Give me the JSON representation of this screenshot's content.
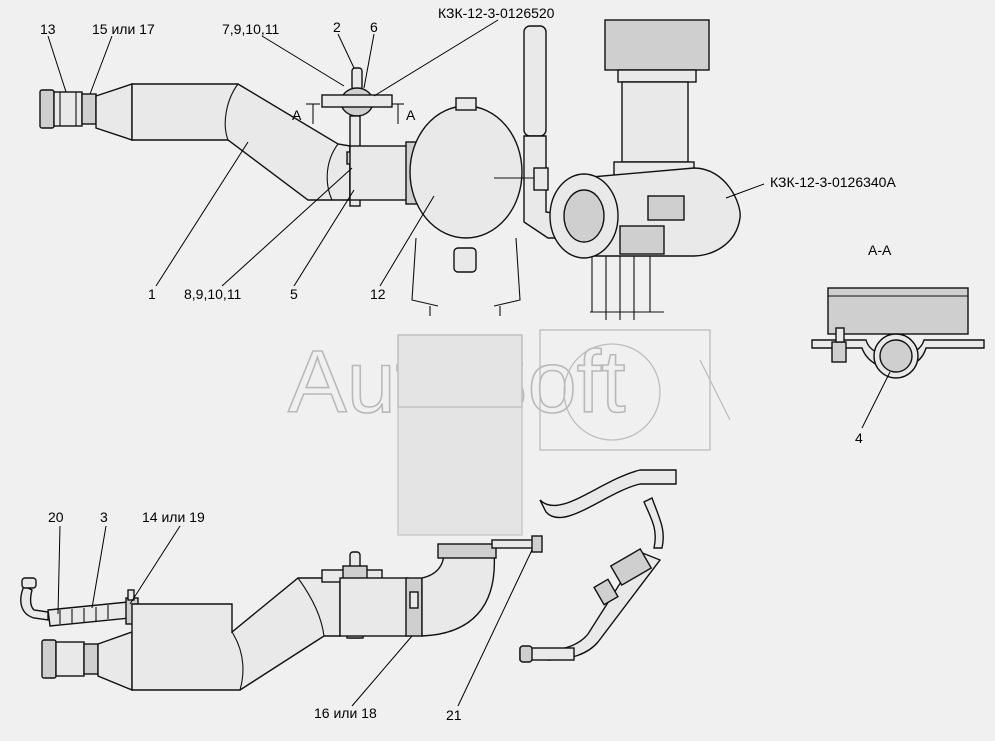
{
  "watermark": "AutoSoft",
  "section_title": "А-А",
  "section_marks": {
    "left": "А",
    "right": "А"
  },
  "callouts": {
    "c13": "13",
    "c15_17": "15 или 17",
    "c7_11": "7,9,10,11",
    "c2": "2",
    "c6": "6",
    "top_code": "КЗК-12-3-0126520",
    "right_code": "КЗК-12-3-0126340А",
    "c1": "1",
    "c8_11": "8,9,10,11",
    "c5": "5",
    "c12": "12",
    "c4": "4",
    "c20": "20",
    "c3": "3",
    "c14_19": "14 или 19",
    "c16_18": "16 или 18",
    "c21": "21"
  }
}
